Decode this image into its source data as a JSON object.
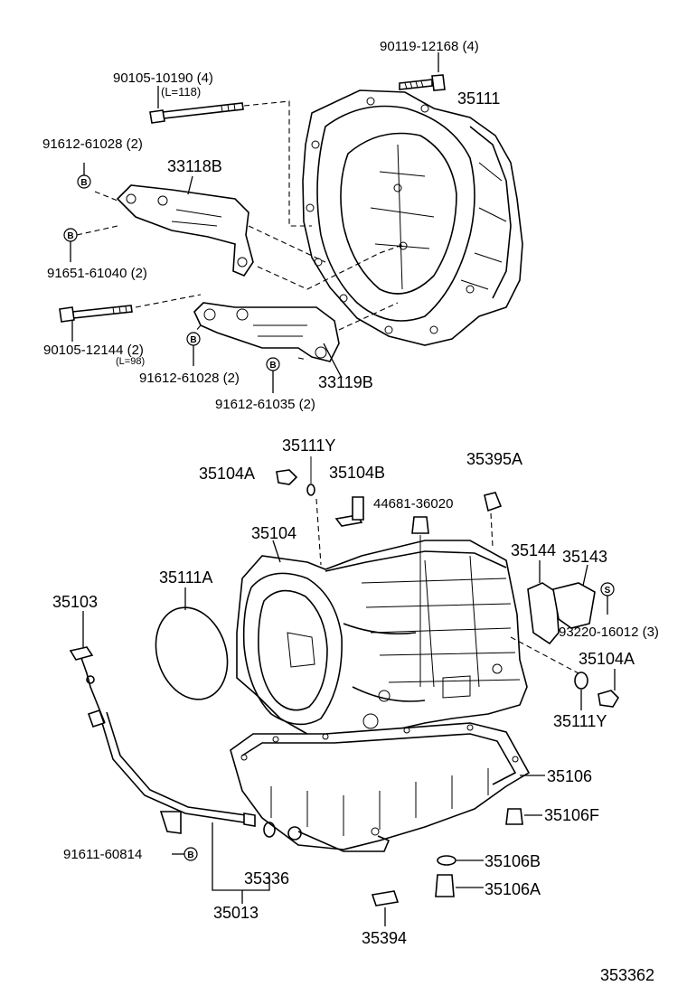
{
  "labels": {
    "p90119_12168": "90119-12168 (4)",
    "p35111": "35111",
    "p90105_10190": "90105-10190 (4)",
    "p90105_10190_len": "(L=118)",
    "p91612_61028_a": "91612-61028 (2)",
    "p33118B": "33118B",
    "p91651_61040": "91651-61040 (2)",
    "p90105_12144": "90105-12144 (2)",
    "p90105_12144_len": "(L=98)",
    "p91612_61028_b": "91612-61028 (2)",
    "p33119B": "33119B",
    "p91612_61035": "91612-61035 (2)",
    "p35111Y_top": "35111Y",
    "p35104A_top": "35104A",
    "p35104B": "35104B",
    "p35395A": "35395A",
    "p44681_36020": "44681-36020",
    "p35104": "35104",
    "p35111A": "35111A",
    "p35103": "35103",
    "p35144": "35144",
    "p35143": "35143",
    "p93220_16012": "93220-16012 (3)",
    "p35104A_right": "35104A",
    "p35111Y_right": "35111Y",
    "p35106": "35106",
    "p35106F": "35106F",
    "p91611_60814": "91611-60814",
    "p35336": "35336",
    "p35106B": "35106B",
    "p35106A": "35106A",
    "p35013": "35013",
    "p35394": "35394",
    "diagram_id": "353362"
  },
  "badges": {
    "b1": "B",
    "b2": "B",
    "b3": "B",
    "b4": "B",
    "b5": "B",
    "b6": "S"
  }
}
